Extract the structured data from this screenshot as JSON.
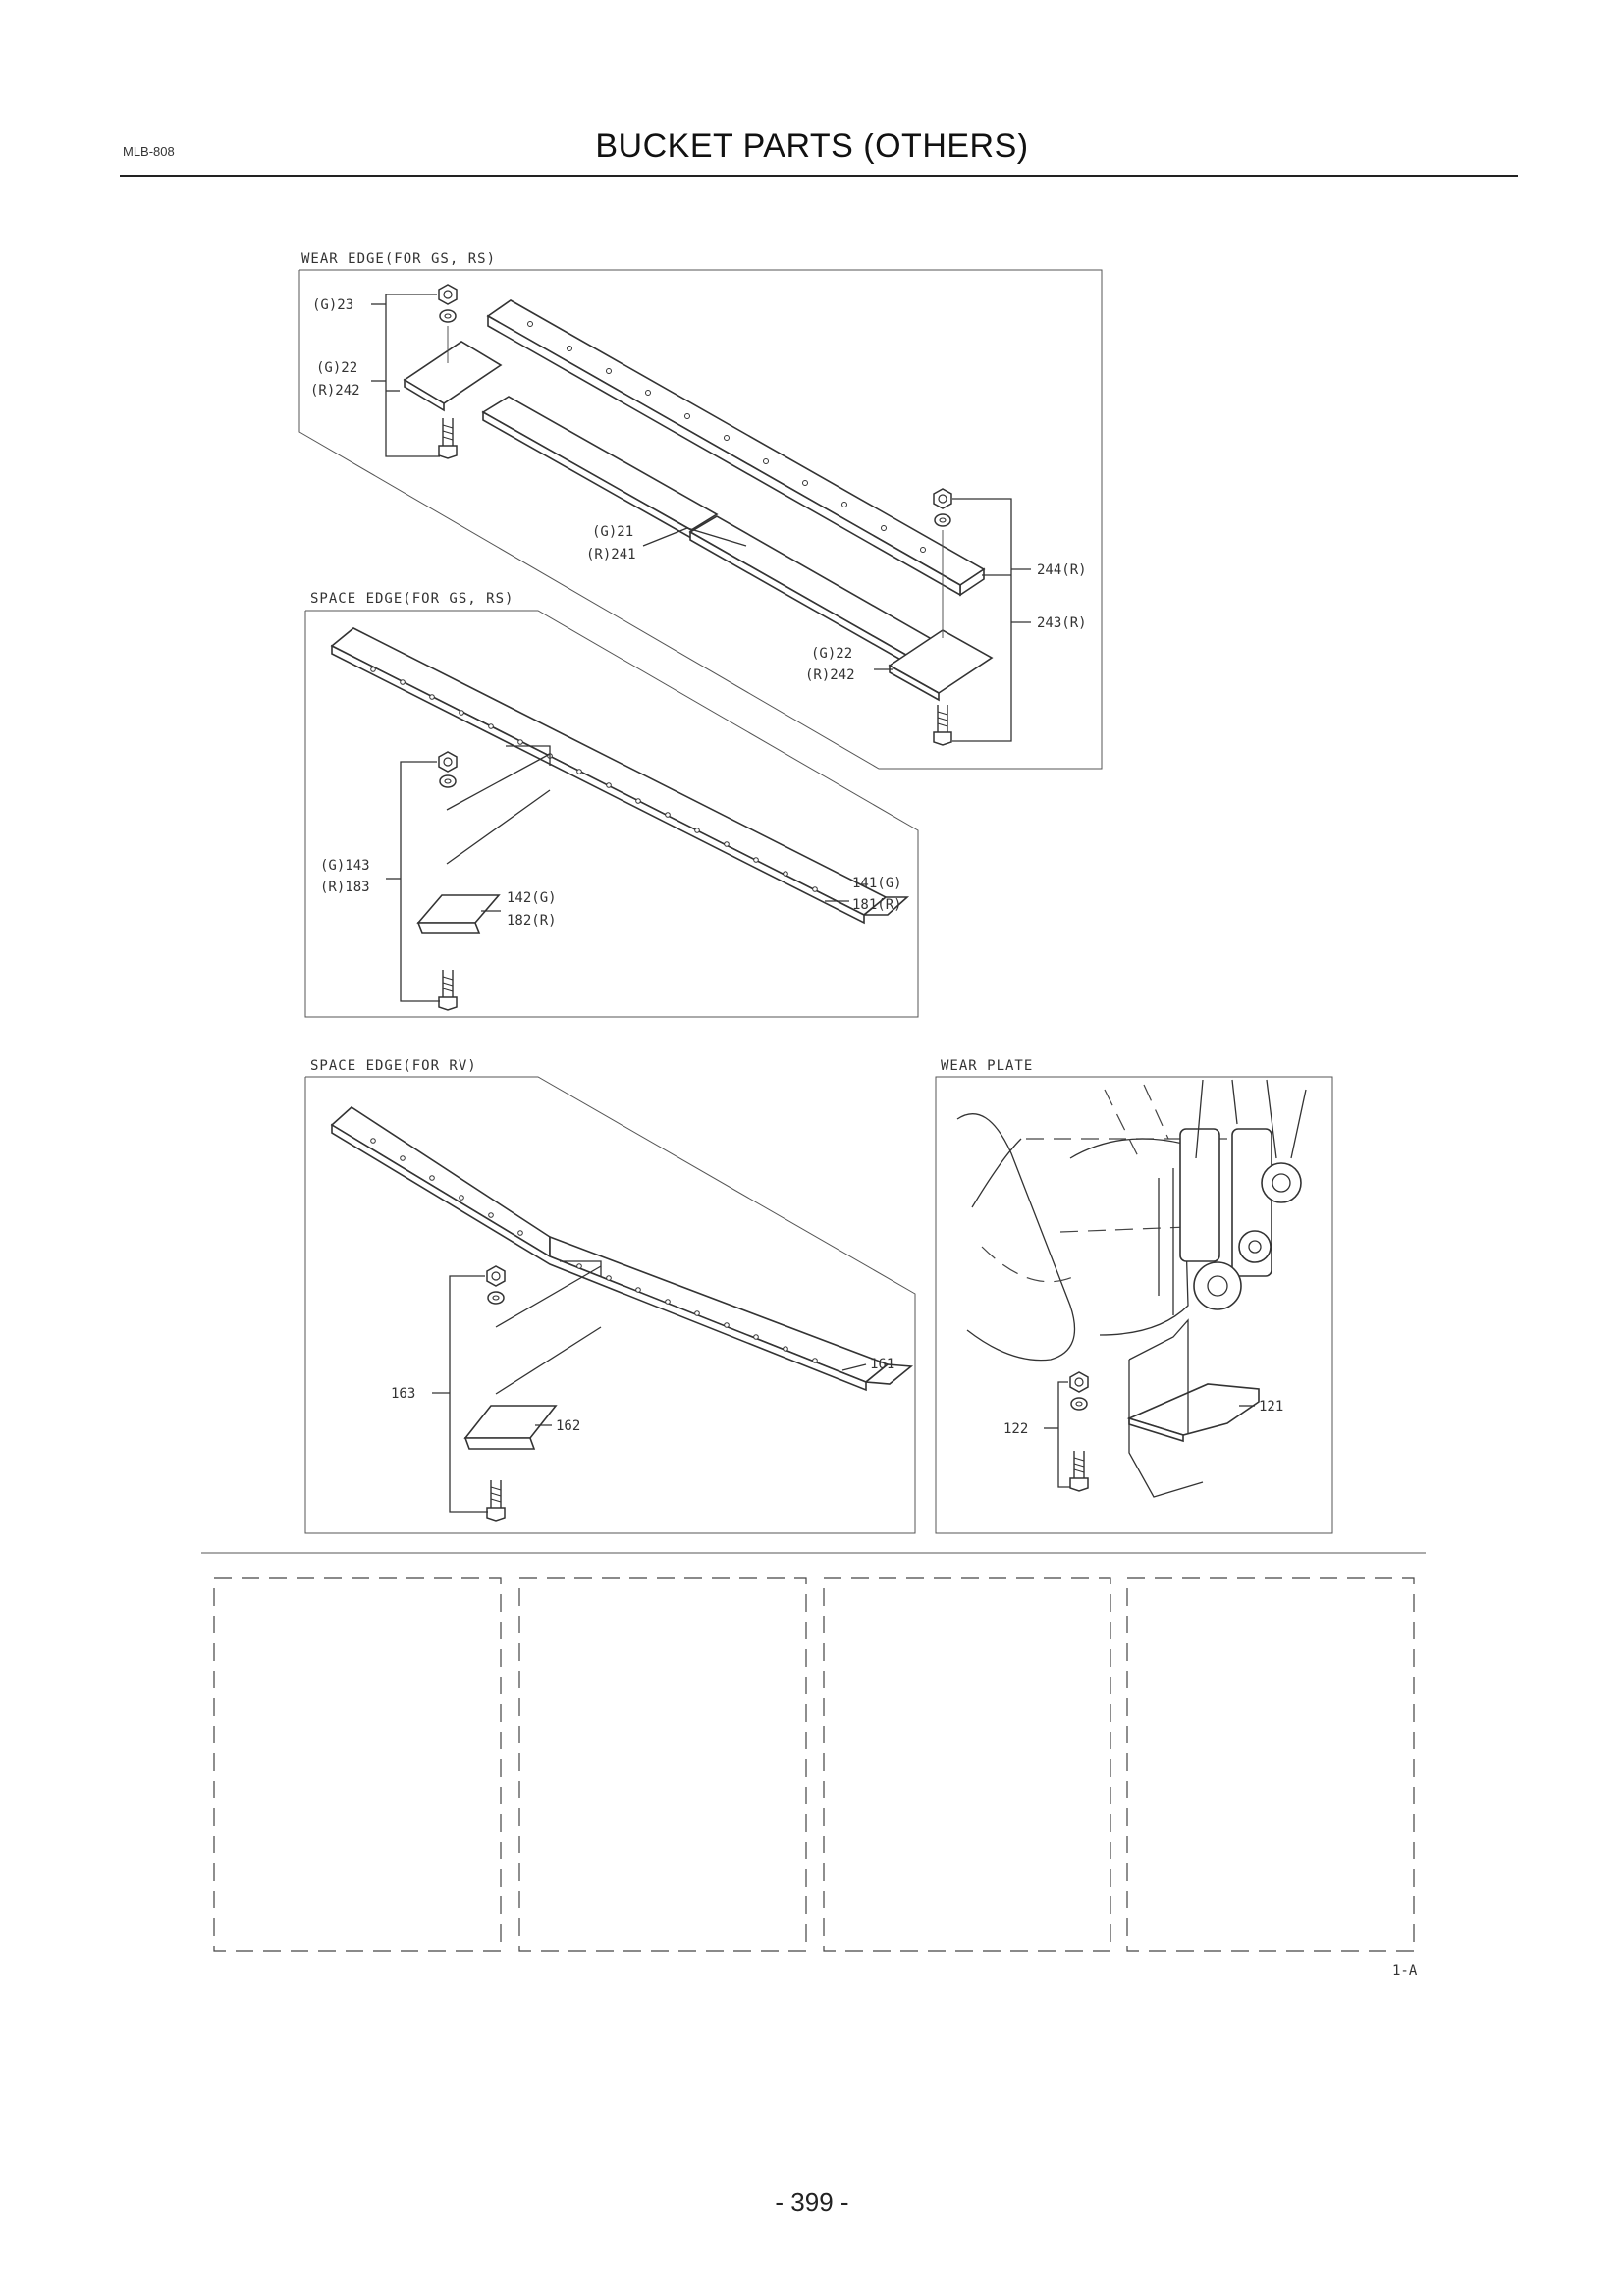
{
  "header": {
    "code": "MLB-808",
    "title": "BUCKET PARTS (OTHERS)"
  },
  "panels": {
    "wear_edge_gs_rs": {
      "title": "WEAR EDGE(FOR GS, RS)",
      "labels": {
        "l23": "(G)23",
        "l22a": "(G)22",
        "l242a": "(R)242",
        "l21": "(G)21",
        "l241": "(R)241",
        "l244": "244(R)",
        "l243": "243(R)",
        "l22b": "(G)22",
        "l242b": "(R)242"
      }
    },
    "space_edge_gs_rs": {
      "title": "SPACE EDGE(FOR GS, RS)",
      "labels": {
        "l143": "(G)143",
        "l183": "(R)183",
        "l142": "142(G)",
        "l182": "182(R)",
        "l141": "141(G)",
        "l181": "181(R)"
      }
    },
    "space_edge_rv": {
      "title": "SPACE EDGE(FOR RV)",
      "labels": {
        "l161": "161",
        "l162": "162",
        "l163": "163"
      }
    },
    "wear_plate": {
      "title": "WEAR PLATE",
      "labels": {
        "l121": "121",
        "l122": "122"
      }
    }
  },
  "footer": {
    "figure_ref": "1-A",
    "page_number": "- 399 -"
  },
  "icons": [
    "nut-icon",
    "washer-icon",
    "bolt-icon"
  ]
}
